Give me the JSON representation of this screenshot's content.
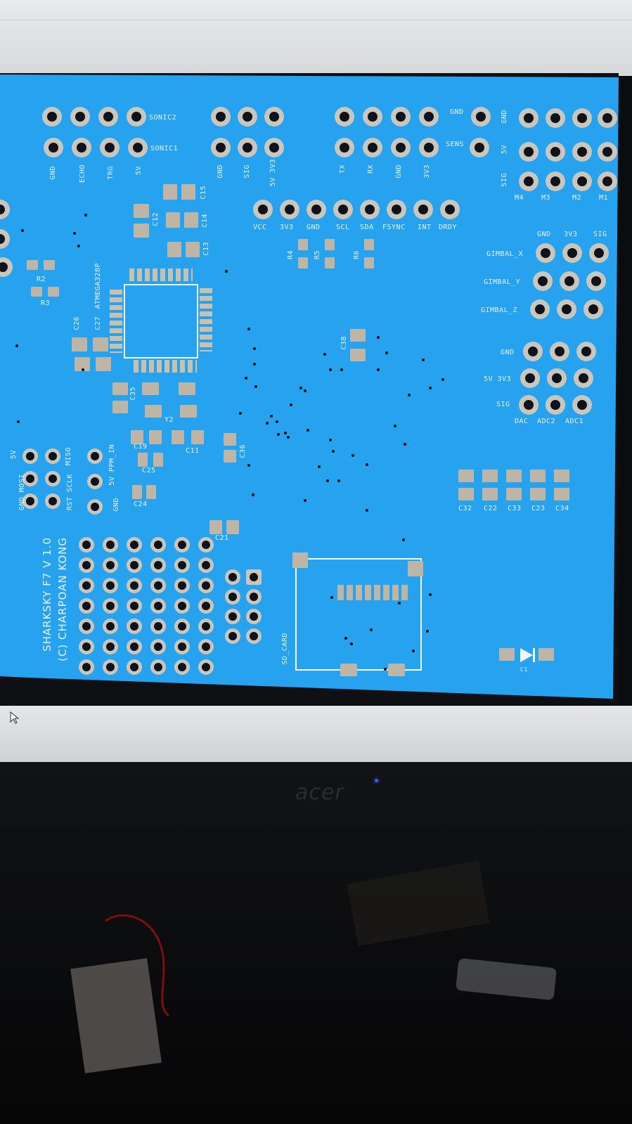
{
  "board": {
    "title_line1": "SHARKSKY F7 V 1.0",
    "title_line2": "(C) CHARPOAN KONG",
    "mcu_label": "ATMEGA328P",
    "sd_label": "SD_CARD",
    "sonic_top": "SONIC2",
    "sonic_bottom": "SONIC1",
    "sonic_pins": [
      "GND",
      "ECHO",
      "TRG",
      "5V"
    ],
    "power_pins": [
      "GND",
      "SIG",
      "5V 3V3"
    ],
    "uart_pins": [
      "TX",
      "RX",
      "GND",
      "3V3"
    ],
    "gnd_label": "GND",
    "sens_label": "SENS",
    "motor_side_labels": [
      "GND",
      "5V",
      "SIG"
    ],
    "motor_labels": [
      "M4",
      "M3",
      "M2",
      "M1"
    ],
    "imu_pins": [
      "VCC",
      "3V3",
      "GND",
      "SCL",
      "SDA",
      "FSYNC",
      "INT",
      "DRDY"
    ],
    "resistors": [
      "R2",
      "R3",
      "R4",
      "R5",
      "R6"
    ],
    "caps": [
      "C12",
      "C13",
      "C14",
      "C15",
      "C26",
      "C27",
      "C35",
      "C38",
      "C19",
      "C11",
      "C25",
      "C24",
      "C36",
      "C21"
    ],
    "crystal": "Y2",
    "gimbal_header": [
      "GND",
      "3V3",
      "SIG"
    ],
    "gimbal_labels": [
      "GIMBAL_X",
      "GIMBAL_Y",
      "GIMBAL_Z"
    ],
    "adc_rows": [
      "GND",
      "5V 3V3",
      "SIG"
    ],
    "adc_cols": [
      "DAC",
      "ADC2",
      "ADC1"
    ],
    "isp_labels": [
      "5V",
      "MISO",
      "GND MOSI",
      "RST SCLK"
    ],
    "ppm_labels": [
      "5V PPM_IN",
      "GND"
    ],
    "bottom_caps": [
      "C32",
      "C22",
      "C33",
      "C23",
      "C34"
    ],
    "diode": "C1"
  },
  "monitor": {
    "brand": "acer"
  },
  "icons": [
    "mouse-cursor-icon"
  ]
}
